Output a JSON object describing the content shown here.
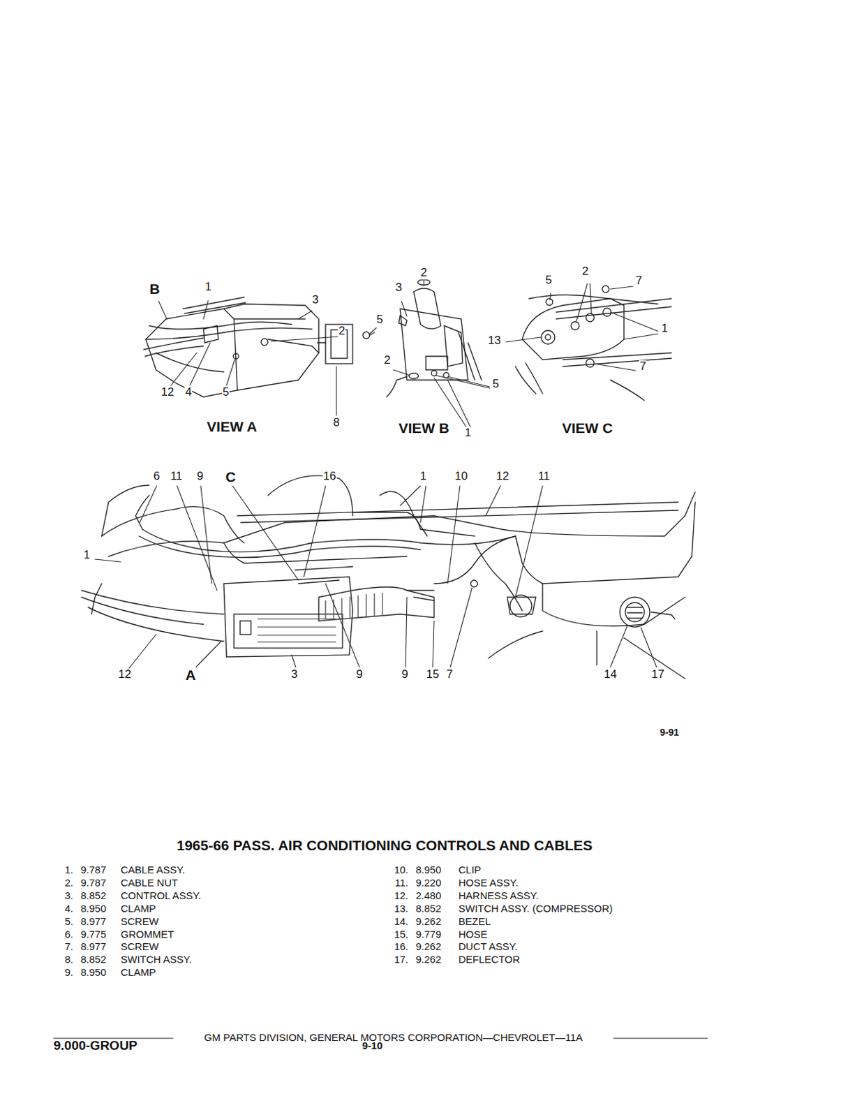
{
  "diagram": {
    "title": "1965-66 PASS. AIR CONDITIONING CONTROLS AND CABLES",
    "labels": [
      "B",
      "1",
      "3",
      "2",
      "5",
      "12",
      "4",
      "5",
      "8",
      "VIEW A",
      "2",
      "3",
      "2",
      "5",
      "VIEW B",
      "1",
      "5",
      "2",
      "7",
      "13",
      "1",
      "7",
      "VIEW C",
      "6",
      "11",
      "9",
      "C",
      "16",
      "1",
      "10",
      "12",
      "11",
      "1",
      "12",
      "A",
      "3",
      "9",
      "9",
      "15",
      "7",
      "14",
      "17",
      "9-91",
      "1.",
      "9.787",
      "CABLE ASSY.",
      "2.",
      "9.787",
      "CABLE NUT",
      "3.",
      "8.852",
      "CONTROL ASSY.",
      "4.",
      "8.950",
      "CLAMP",
      "5.",
      "8.977",
      "SCREW",
      "6.",
      "9.775",
      "GROMMET",
      "7.",
      "8.977",
      "SCREW",
      "8.",
      "8.852",
      "SWITCH ASSY.",
      "9.",
      "8.950",
      "CLAMP",
      "10.",
      "8.950",
      "CLIP",
      "11.",
      "9.220",
      "HOSE ASSY.",
      "12.",
      "2.480",
      "HARNESS ASSY.",
      "13.",
      "8.852",
      "SWITCH ASSY. (COMPRESSOR)",
      "14.",
      "9.262",
      "BEZEL",
      "15.",
      "9.779",
      "HOSE",
      "16.",
      "9.262",
      "DUCT ASSY.",
      "17.",
      "9.262",
      "DEFLECTOR",
      "GM PARTS DIVISION, GENERAL MOTORS CORPORATION—CHEVROLET—11A",
      "9.000-GROUP",
      "9-10"
    ]
  }
}
